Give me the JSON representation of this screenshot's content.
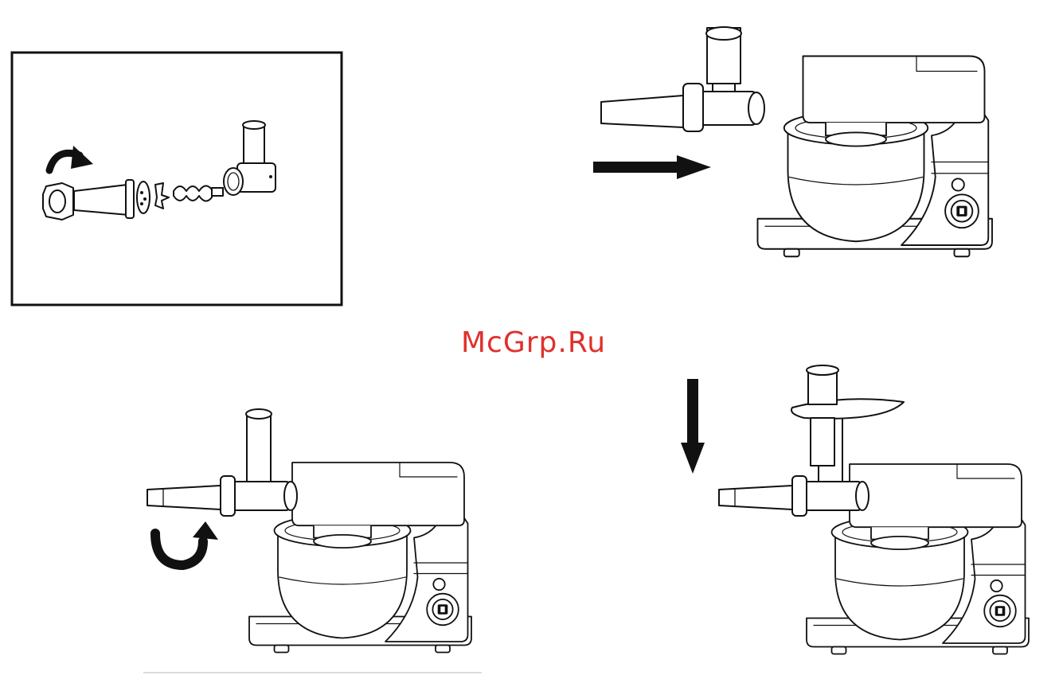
{
  "watermark": {
    "text": "McGrp.Ru",
    "color": "#e0302c"
  },
  "icons": {
    "rotate_arrow": "curved-rotate-arrow",
    "right_arrow": "bold-right-arrow",
    "down_arrow": "bold-down-arrow",
    "rotate_arrow_up": "curved-rotate-up-arrow"
  }
}
